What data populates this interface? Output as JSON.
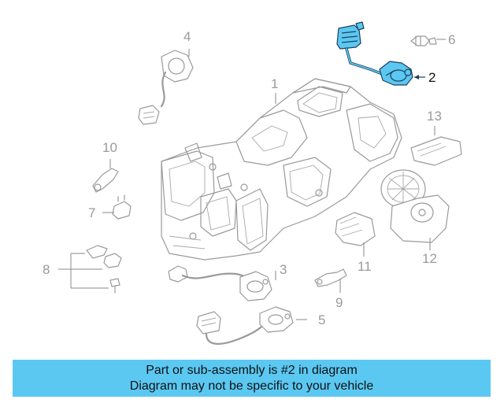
{
  "diagram": {
    "highlight_color": "#5bc8f2",
    "callouts": [
      {
        "id": "1",
        "label": "1",
        "highlighted": false
      },
      {
        "id": "2",
        "label": "2",
        "highlighted": true
      },
      {
        "id": "3",
        "label": "3",
        "highlighted": false
      },
      {
        "id": "4",
        "label": "4",
        "highlighted": false
      },
      {
        "id": "5",
        "label": "5",
        "highlighted": false
      },
      {
        "id": "6",
        "label": "6",
        "highlighted": false
      },
      {
        "id": "7",
        "label": "7",
        "highlighted": false
      },
      {
        "id": "8",
        "label": "8",
        "highlighted": false
      },
      {
        "id": "9",
        "label": "9",
        "highlighted": false
      },
      {
        "id": "10",
        "label": "10",
        "highlighted": false
      },
      {
        "id": "11",
        "label": "11",
        "highlighted": false
      },
      {
        "id": "12",
        "label": "12",
        "highlighted": false
      },
      {
        "id": "13",
        "label": "13",
        "highlighted": false
      }
    ]
  },
  "banner": {
    "line1": "Part or sub-assembly is #2 in diagram",
    "line2": "Diagram may not be specific to your vehicle",
    "background": "#5bc8f2"
  }
}
